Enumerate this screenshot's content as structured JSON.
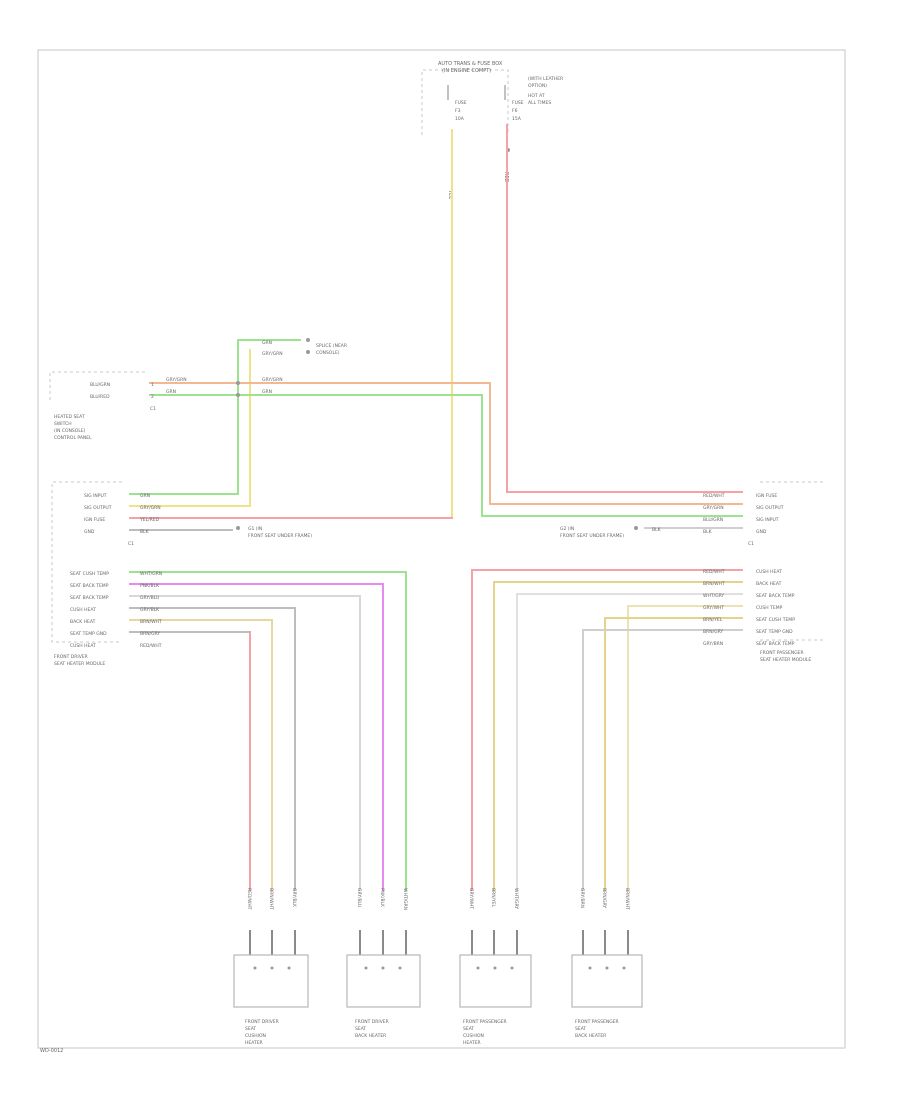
{
  "colors": {
    "red": "#f4a2a8",
    "green": "#9be38f",
    "yellow": "#efe28a",
    "gray": "#bdbdbd",
    "magenta": "#e78bf1",
    "light_yellow": "#ebe3b3",
    "dark": "#8a8a8a"
  },
  "diagram": {
    "footer_ref": "WD-0012",
    "fuse_block_title": "AUTO TRANS & FUSE BOX",
    "fuse_block_subtitle": "(IN ENGINE COMPT)",
    "fuse_a": {
      "lines": [
        "FUSE",
        "F3",
        "10A"
      ]
    },
    "fuse_b": {
      "lines": [
        "FUSE",
        "F6",
        "15A"
      ]
    },
    "fuse_note": [
      "(WITH LEATHER",
      "OPTION)",
      "HOT AT",
      "ALL TIMES"
    ],
    "wire_labels": {
      "fuse_a_wire": "YEL",
      "fuse_b_wire": "RED"
    },
    "top_splices": {
      "grn": "GRN",
      "gry_grn": "GRY/GRN",
      "note_line1": "SPLICE (NEAR",
      "note_line2": "CONSOLE)"
    },
    "climate_switch": {
      "pins": [
        "BLU/GRN",
        "BLU/RED"
      ],
      "wires": [
        "GRY/GRN",
        "GRN"
      ],
      "pin_nums": [
        "1",
        "2"
      ],
      "name_lines": [
        "HEATED SEAT",
        "SWITCH",
        "(IN CONSOLE)",
        "CONTROL PANEL"
      ],
      "connector": "C1",
      "wire_mid": [
        "GRY/GRN",
        "GRN"
      ]
    },
    "left_module": {
      "pins_top": [
        "SIG INPUT",
        "SIG OUTPUT",
        "IGN FUSE",
        "GND"
      ],
      "wires_top": [
        "GRN",
        "GRY/GRN",
        "YEL/RED",
        "BLK"
      ],
      "pins_bottom": [
        "SEAT CUSH TEMP",
        "SEAT BACK TEMP",
        "SEAT BACK TEMP",
        "CUSH HEAT",
        "BACK HEAT",
        "SEAT TEMP GND",
        "CUSH HEAT"
      ],
      "wires_bottom": [
        "WHT/GRN",
        "PNK/BLK",
        "GRY/BLU",
        "GRY/BLK",
        "BRN/WHT",
        "BRN/GRY",
        "RED/WHT"
      ],
      "name_lines": [
        "FRONT DRIVER",
        "SEAT HEATER MODULE"
      ],
      "connector": "C1",
      "ground_line1": "G1 (IN",
      "ground_line2": "FRONT SEAT UNDER FRAME)"
    },
    "right_module": {
      "pins_top": [
        "IGN FUSE",
        "SIG OUTPUT",
        "SIG INPUT",
        "GND"
      ],
      "wires_top": [
        "RED/WHT",
        "GRY/GRN",
        "BLU/GRN",
        "BLK"
      ],
      "pins_bottom": [
        "CUSH HEAT",
        "BACK HEAT",
        "SEAT BACK TEMP",
        "CUSH TEMP",
        "SEAT CUSH TEMP",
        "SEAT TEMP GND",
        "SEAT BACK TEMP"
      ],
      "wires_bottom": [
        "RED/WHT",
        "BRN/WHT",
        "WHT/GRY",
        "GRY/WHT",
        "BRN/YEL",
        "BRN/GRY",
        "GRY/BRN"
      ],
      "name_lines": [
        "FRONT PASSENGER",
        "SEAT HEATER MODULE"
      ],
      "connector": "C1",
      "ground_line1": "G2 (IN",
      "ground_line2": "FRONT SEAT UNDER FRAME)",
      "ground_wire": "BLK"
    },
    "heaters": [
      {
        "wires": [
          "RED/WHT",
          "BRN/WHT",
          "GRY/BLK"
        ],
        "name_lines": [
          "FRONT DRIVER",
          "SEAT",
          "CUSHION",
          "HEATER"
        ]
      },
      {
        "wires": [
          "GRY/BLU",
          "PNK/BLK",
          "WHT/GRN"
        ],
        "name_lines": [
          "FRONT DRIVER",
          "SEAT",
          "BACK HEATER"
        ]
      },
      {
        "wires": [
          "GRY/WHT",
          "BRN/YEL",
          "WHT/GRY"
        ],
        "name_lines": [
          "FRONT PASSENGER",
          "SEAT",
          "CUSHION",
          "HEATER"
        ]
      },
      {
        "wires": [
          "GRY/BRN",
          "BRN/GRY",
          "BRN/WHT"
        ],
        "name_lines": [
          "FRONT PASSENGER",
          "SEAT",
          "BACK HEATER"
        ]
      }
    ]
  }
}
